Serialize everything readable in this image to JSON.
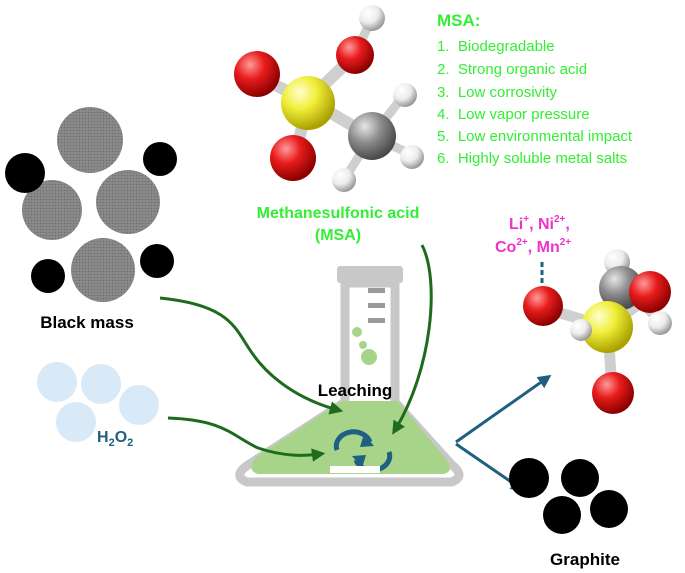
{
  "msa_panel": {
    "title": "MSA:",
    "properties": [
      "1.  Biodegradable",
      "2.  Strong organic acid",
      "3.  Low corrosivity",
      "4.  Low vapor pressure",
      "5.  Low environmental impact",
      "6.  Highly soluble metal salts"
    ]
  },
  "reagent_label": {
    "line1": "Methanesulfonic acid",
    "line2": "(MSA)"
  },
  "black_mass_label": "Black mass",
  "peroxide_label": {
    "base": "H",
    "sub1": "2",
    "mid": "O",
    "sub2": "2"
  },
  "process_label": "Leaching",
  "product_label": "Graphite",
  "metal_ions": {
    "line1": [
      {
        "el": "Li",
        "charge": "+"
      },
      {
        "sep": ", "
      },
      {
        "el": "Ni",
        "charge": "2+"
      },
      {
        "sep": ","
      }
    ],
    "line2": [
      {
        "el": "Co",
        "charge": "2+"
      },
      {
        "sep": ", "
      },
      {
        "el": "Mn",
        "charge": "2+"
      }
    ]
  },
  "colors": {
    "msa_green": "#33ee33",
    "ion_magenta": "#ee33cc",
    "peroxide_blue": "#1f5f7f",
    "flow_green": "#1e6b1e",
    "output_blue": "#1f5f80",
    "liquid_green": "#a8d48a",
    "sulfur_yellow": "#f1ee3a",
    "oxygen_red": "#e81c1c",
    "carbon_grey": "#8a8a8a",
    "hydrogen_white": "#f2f2f2"
  }
}
